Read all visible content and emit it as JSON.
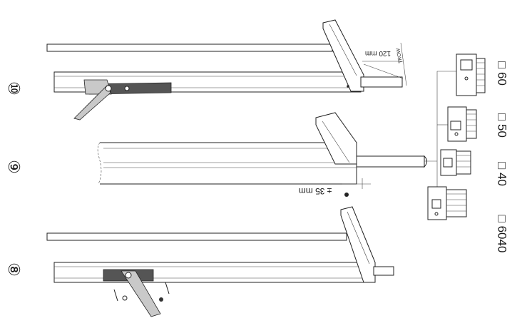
{
  "steps": [
    {
      "number": "⑩",
      "dimension": "120 mm",
      "note": "TROW"
    },
    {
      "number": "⑨",
      "dimension": "± 35 mm"
    },
    {
      "number": "⑧"
    }
  ],
  "sizes": [
    "□ 60",
    "□ 50",
    "□ 40",
    "□ 6040"
  ]
}
